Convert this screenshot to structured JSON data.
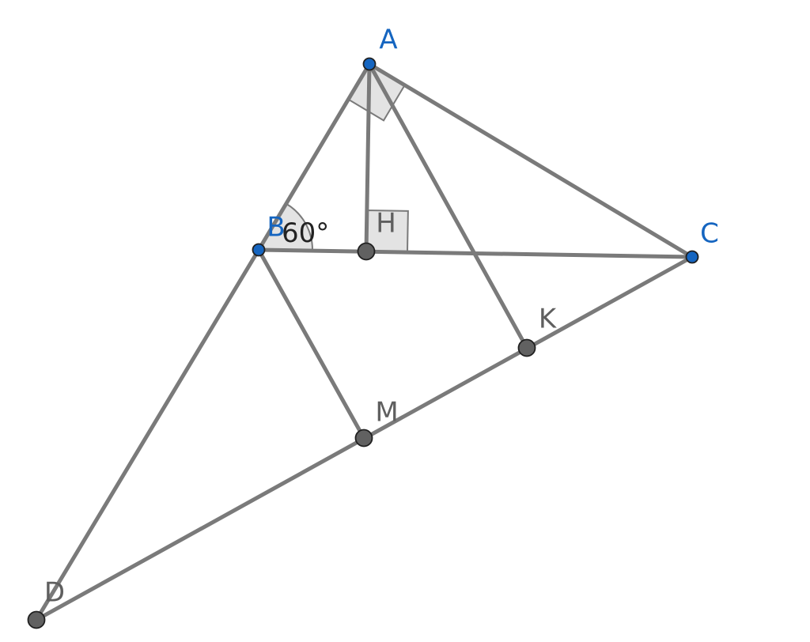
{
  "colors": {
    "background": "#ffffff",
    "segment": "#7a7a7a",
    "fill_angle": "#e3e3e3",
    "point_free": "#1565c0",
    "point_dependent": "#616161",
    "label_free": "#1565c0",
    "label_dependent": "#5f5f5f",
    "angle_text": "#222222"
  },
  "points": [
    {
      "id": "A",
      "label": "A",
      "type": "free"
    },
    {
      "id": "B",
      "label": "B",
      "type": "free"
    },
    {
      "id": "C",
      "label": "C",
      "type": "free"
    },
    {
      "id": "H",
      "label": "H",
      "type": "dependent"
    },
    {
      "id": "K",
      "label": "K",
      "type": "dependent"
    },
    {
      "id": "M",
      "label": "M",
      "type": "dependent"
    },
    {
      "id": "D",
      "label": "D",
      "type": "dependent"
    }
  ],
  "segments": [
    [
      "A",
      "B"
    ],
    [
      "A",
      "C"
    ],
    [
      "B",
      "C"
    ],
    [
      "A",
      "H"
    ],
    [
      "A",
      "K"
    ],
    [
      "B",
      "D"
    ],
    [
      "B",
      "M"
    ],
    [
      "D",
      "C"
    ]
  ],
  "right_angles": [
    {
      "vertex": "A",
      "rays": [
        "B",
        "C"
      ]
    },
    {
      "vertex": "H",
      "rays": [
        "A",
        "C"
      ]
    }
  ],
  "angle_marks": [
    {
      "vertex": "B",
      "from": "C",
      "to": "A",
      "label": "60°"
    }
  ]
}
